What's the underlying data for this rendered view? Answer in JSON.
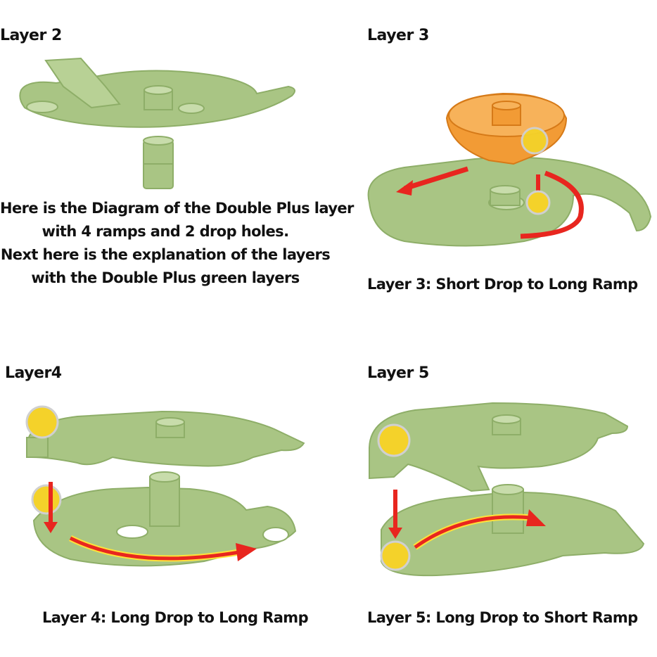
{
  "panels": {
    "layer2": {
      "heading": "Layer 2",
      "description": [
        "Here is the Diagram of the Double Plus layer",
        "with 4 ramps and 2 drop holes.",
        "Next here is the explanation of the layers",
        "with the Double Plus green layers"
      ]
    },
    "layer3": {
      "heading": "Layer 3",
      "caption": "Layer 3: Short Drop to Long Ramp"
    },
    "layer4": {
      "heading": "Layer4",
      "caption": "Layer 4: Long Drop to Long Ramp"
    },
    "layer5": {
      "heading": "Layer 5",
      "caption": "Layer 5: Long Drop to Short Ramp"
    }
  },
  "colors": {
    "green_piece": "#a9c584",
    "green_dark": "#8eae68",
    "orange_piece": "#f29b35",
    "arrow_red": "#e8261f",
    "arrow_yellow": "#ffe23a",
    "ball_yellow": "#f4d22a"
  }
}
